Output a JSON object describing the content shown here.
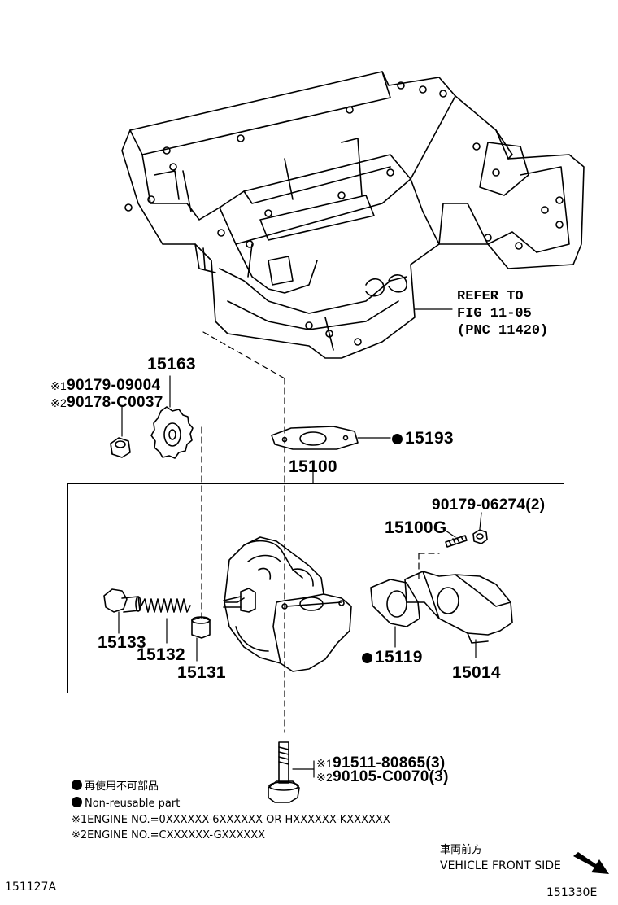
{
  "labels": {
    "p15163": "15163",
    "p90179_09004": "90179-09004",
    "p90178_C0037": "90178-C0037",
    "mark1": "※1",
    "mark2": "※2",
    "p15193": "15193",
    "p15100": "15100",
    "p90179_06274": "90179-06274(2)",
    "p15100G": "15100G",
    "p15133": "15133",
    "p15132": "15132",
    "p15131": "15131",
    "p15119": "15119",
    "p15014": "15014",
    "p91511_80865": "91511-80865(3)",
    "p90105_C0070": "90105-C0070(3)"
  },
  "reference": {
    "line1": "REFER TO",
    "line2": "FIG 11-05",
    "line3": "(PNC 11420)"
  },
  "legend": {
    "non_reusable_jp": "再使用不可部品",
    "non_reusable_en": "Non-reusable part",
    "engine_note_1_mark": "※1",
    "engine_note_1": "ENGINE NO.=0XXXXXX-6XXXXXX OR HXXXXXX-KXXXXXX",
    "engine_note_2_mark": "※2",
    "engine_note_2": "ENGINE NO.=CXXXXXX-GXXXXXX"
  },
  "direction": {
    "jp": "車両前方",
    "en": "VEHICLE FRONT SIDE",
    "icon": "arrow-down-right-icon"
  },
  "footer": {
    "left_code": "151127A",
    "right_code": "151330E"
  }
}
